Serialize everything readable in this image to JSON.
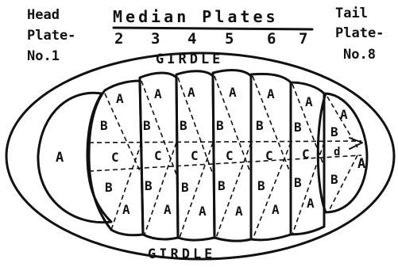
{
  "labels": {
    "head_line1": "Head",
    "head_line2": "Plate-",
    "head_line3": "No.1",
    "median_title": "Median Plates",
    "tail_line1": "Tail",
    "tail_line2": "Plate-",
    "tail_line3": "No.8",
    "girdle_top": "GIRDLE",
    "girdle_bottom": "GIRDLE"
  },
  "median_numbers": [
    "2",
    "3",
    "4",
    "5",
    "6",
    "7"
  ],
  "head_region": "A",
  "tail_region": "A",
  "plate_regions": {
    "upper": "A",
    "upper_mid": "B",
    "center": "C",
    "lower_mid": "B",
    "lower": "A"
  },
  "tail_plate_regions": {
    "upper": "A",
    "upper_mid": "B",
    "center": "d",
    "lower_mid": "B"
  }
}
